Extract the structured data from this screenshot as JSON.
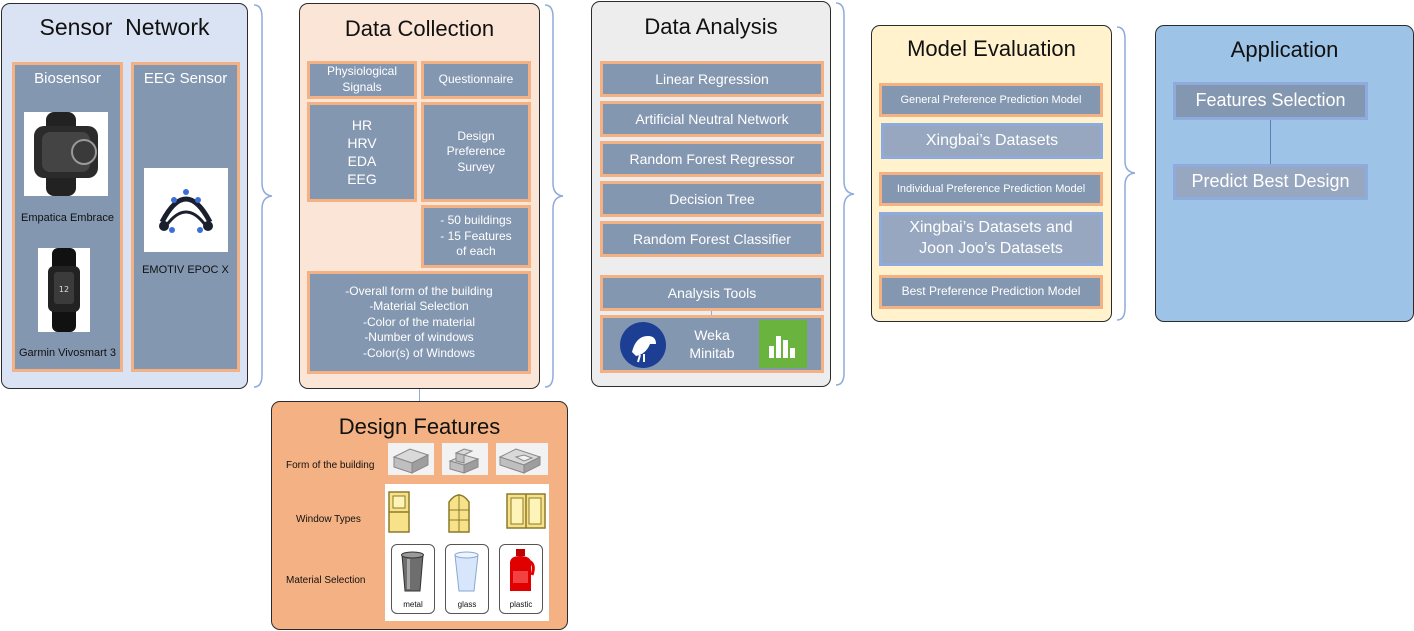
{
  "sensor_network": {
    "title": "Sensor  Network",
    "biosensor": {
      "title": "Biosensor",
      "device1": "Empatica Embrace",
      "device2": "Garmin Vivosmart 3"
    },
    "eeg": {
      "title": "EEG Sensor",
      "device": "EMOTIV EPOC X"
    }
  },
  "data_collection": {
    "title": "Data Collection",
    "physiological_header": "Physiological\nSignals",
    "questionnaire_header": "Questionnaire",
    "signals": "HR\nHRV\nEDA\nEEG",
    "survey": "Design\nPreference\nSurvey",
    "buildings": "- 50 buildings\n- 15 Features\nof each",
    "features_list": "-Overall form of the building\n-Material Selection\n-Color of the material\n-Number of windows\n-Color(s) of Windows"
  },
  "data_analysis": {
    "title": "Data Analysis",
    "methods": [
      "Linear Regression",
      "Artificial Neutral Network",
      "Random Forest Regressor",
      "Decision Tree",
      "Random Forest Classifier"
    ],
    "tools_label": "Analysis Tools",
    "tools": "Weka\nMinitab"
  },
  "model_evaluation": {
    "title": "Model Evaluation",
    "general_model": "General Preference Prediction Model",
    "general_data": "Xingbai’s Datasets",
    "individual_model": "Individual Preference Prediction Model",
    "individual_data": "Xingbai’s Datasets and\nJoon Joo’s Datasets",
    "best_model": "Best Preference Prediction Model"
  },
  "application": {
    "title": "Application",
    "step1": "Features Selection",
    "step2": "Predict Best Design"
  },
  "design_features": {
    "title": "Design Features",
    "row1": "Form of the building",
    "row2": "Window Types",
    "row3": "Material Selection",
    "materials": [
      "metal",
      "glass",
      "plastic"
    ]
  },
  "colors": {
    "sensor_bg": "#dae3f3",
    "collection_bg": "#fbe5d6",
    "analysis_bg": "#ededed",
    "evaluation_bg": "#fff2cc",
    "application_bg": "#9dc3e6",
    "features_bg": "#f4b183",
    "box_fill": "#8497b0",
    "box_border": "#f4b183",
    "brace": "#8faadc"
  }
}
